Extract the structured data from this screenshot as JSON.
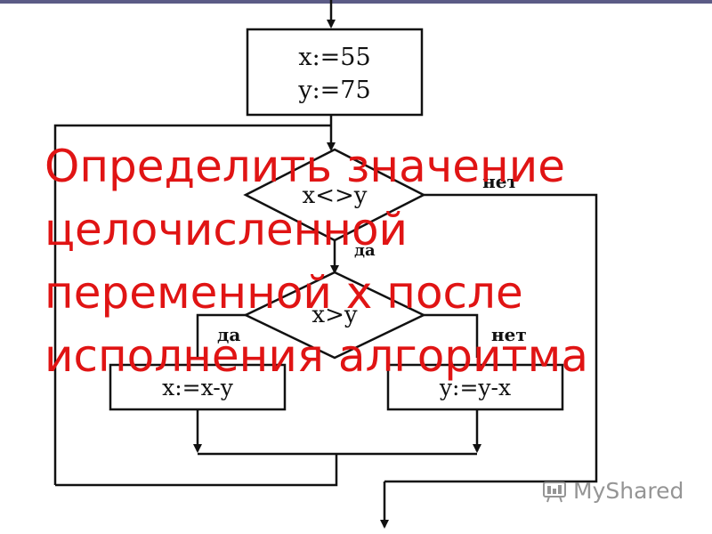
{
  "slide": {
    "question_lines": [
      "Определить значение",
      "целочисленной",
      "переменной х после",
      "исполнения алгоритма"
    ]
  },
  "flowchart": {
    "init_block": {
      "line1": "x:=55",
      "line2": "y:=75"
    },
    "condition_1": {
      "text": "x<>y",
      "yes_label": "да",
      "no_label": "нет"
    },
    "condition_2": {
      "text": "x>y",
      "yes_label": "да",
      "no_label": "нет"
    },
    "action_left": "x:=x-y",
    "action_right": "y:=y-x"
  },
  "watermark": {
    "text": "MyShared",
    "icon": "myshared-logo-icon"
  }
}
